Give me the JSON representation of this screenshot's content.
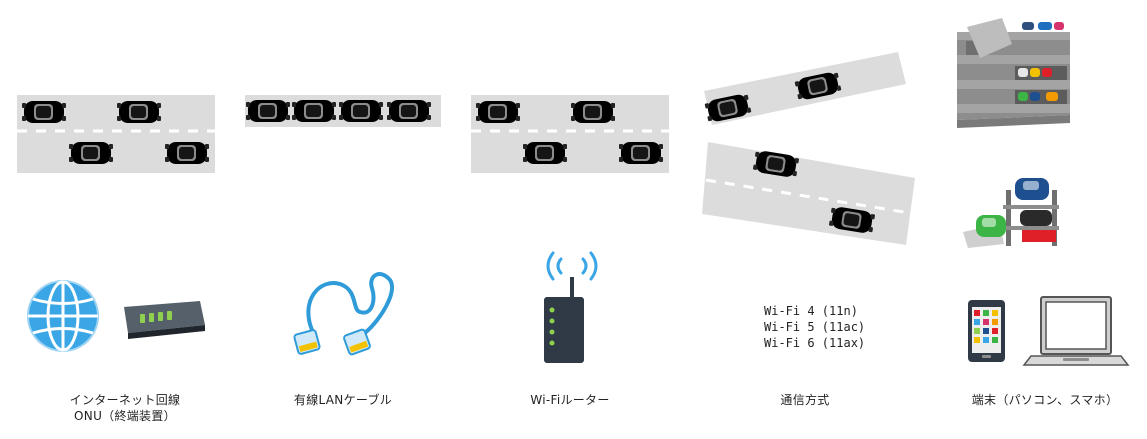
{
  "colors": {
    "road": "#dcdcdc",
    "lane_marking": "#ffffff",
    "car_red": "#e02028",
    "car_blue": "#4aa0e0",
    "car_green": "#3cb446",
    "car_navy": "#1e4f8f",
    "globe": "#3aa6e6",
    "device": "#2f3a46",
    "led_green": "#8fd14f",
    "parking_gray": "#8d8d8d"
  },
  "icons": [
    "road-icon",
    "car-icon",
    "globe-icon",
    "onu-modem-icon",
    "lan-cable-icon",
    "wifi-router-icon",
    "parking-tower-icon",
    "parking-lift-icon",
    "smartphone-icon",
    "laptop-icon"
  ],
  "wifi_standards": [
    "Wi-Fi 4 (11n)",
    "Wi-Fi 5 (11ac)",
    "Wi-Fi 6 (11ax)"
  ],
  "captions": {
    "internet_line": "インターネット回線",
    "onu": "ONU（終端装置）",
    "lan_cable": "有線LANケーブル",
    "wifi_router": "Wi-Fiルーター",
    "comm_method": "通信方式",
    "device": "端末（パソコン、スマホ）"
  }
}
